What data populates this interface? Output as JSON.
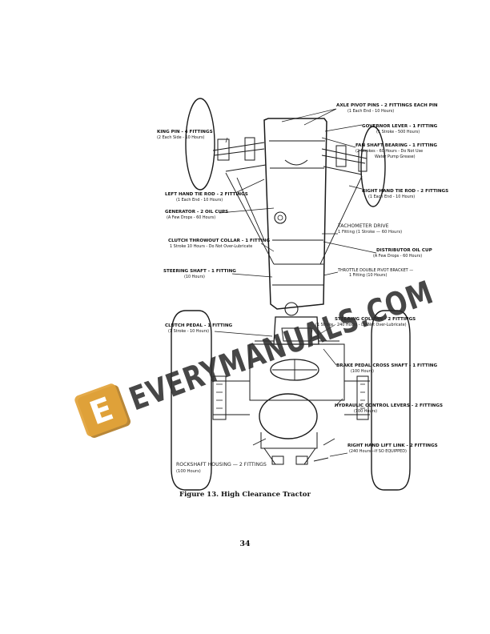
{
  "figure": {
    "caption": "Figure 13.   High Clearance Tractor",
    "labels": [
      {
        "key": "axle_pivot",
        "title": "AXLE PIVOT PINS - 2 FITTINGS EACH PIN",
        "sub": "(1 Each End - 10 Hours)"
      },
      {
        "key": "governor_lever",
        "title": "GOVERNOR LEVER - 1 FITTING",
        "sub": "(1 Stroke - 500 Hours)"
      },
      {
        "key": "fan_shaft",
        "title": "FAN SHAFT BEARING - 1 FITTING",
        "sub": "(2 Strokes - 60 Hours - Do Not Use",
        "sub2": "Water Pump Grease)"
      },
      {
        "key": "king_pin",
        "title": "KING PIN - 4 FITTINGS",
        "sub": "(2 Each Side - 10 Hours)"
      },
      {
        "key": "left_tie_rod",
        "title": "LEFT HAND TIE ROD - 2 FITTINGS",
        "sub": "(1 Each End - 10 Hours)"
      },
      {
        "key": "right_tie_rod",
        "title": "RIGHT HAND TIE ROD - 2 FITTINGS",
        "sub": "(1 Each End - 10 Hours)"
      },
      {
        "key": "generator",
        "title": "GENERATOR - 2 OIL CUPS",
        "sub": "(A Few Drops - 60 Hours)"
      },
      {
        "key": "tachometer",
        "title": "TACHOMETER DRIVE",
        "sub": "1 Fitting (1 Stroke — 60 Hours)"
      },
      {
        "key": "clutch_collar",
        "title": "CLUTCH THROWOUT COLLAR - 1 FITTING",
        "sub": "1 Stroke 10 Hours - Do Not Over-Lubricate"
      },
      {
        "key": "distributor",
        "title": "DISTRIBUTOR OIL CUP",
        "sub": "(A Few Drops - 60 Hours)"
      },
      {
        "key": "throttle",
        "title": "THROTTLE DOUBLE PIVOT BRACKET —",
        "sub": "1 Fitting (10 Hours)"
      },
      {
        "key": "steering_shaft",
        "title": "STEERING SHAFT - 1 FITTING",
        "sub": "(10 Hours)"
      },
      {
        "key": "clutch_pedal",
        "title": "CLUTCH PEDAL - 1 FITTING",
        "sub": "(1 Stroke - 10 Hours)"
      },
      {
        "key": "steering_column",
        "title": "STEERING COLUMN - 2 FITTINGS",
        "sub": "(1 Stroke - 240 Hours - Do Not Over-Lubricate)"
      },
      {
        "key": "brake_pedal",
        "title": "BRAKE PEDAL CROSS SHAFT - 1 FITTING",
        "sub": "(100 Hours)"
      },
      {
        "key": "hydraulic",
        "title": "HYDRAULIC CONTROL LEVERS - 2 FITTINGS",
        "sub": "(100 Hours)"
      },
      {
        "key": "lift_link",
        "title": "RIGHT HAND LIFT LINK - 2 FITTINGS",
        "sub": "(240 Hours—If SO EQUIPPED)"
      },
      {
        "key": "rockshaft",
        "title": "ROCKSHAFT HOUSING — 2 FITTINGS",
        "sub": "(100 Hours)"
      }
    ]
  },
  "page_number": "34",
  "watermark": {
    "text": "EVERYMANUALS.COM",
    "badge_letter": "E",
    "badge_color": "#e2a33a",
    "badge_shadow": "#b07a22"
  }
}
